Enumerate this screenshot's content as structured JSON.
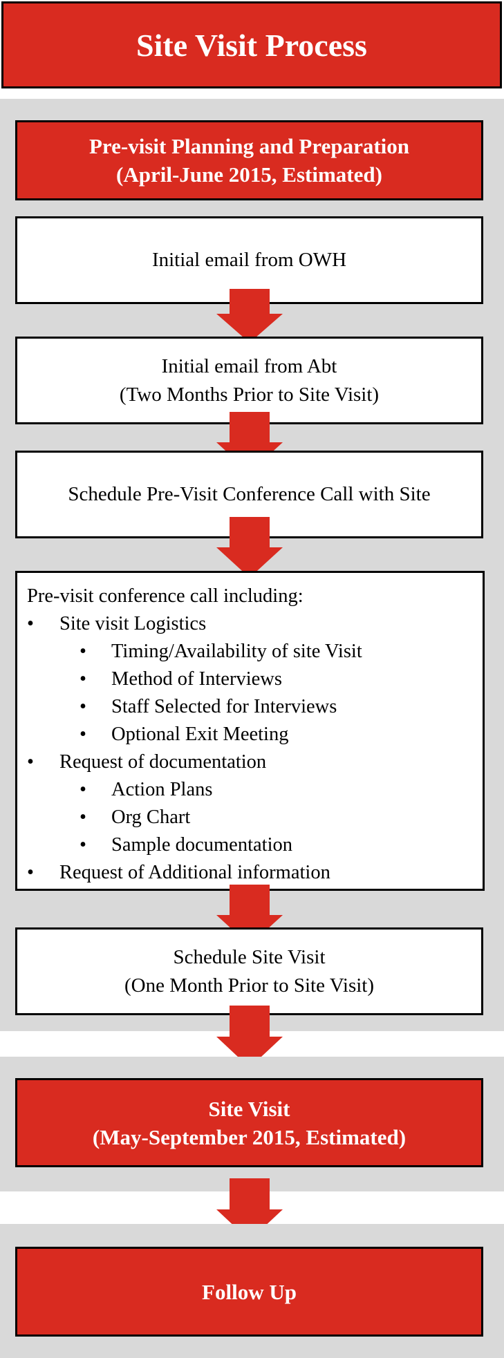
{
  "title": "Site Visit Process",
  "stage1": {
    "header_line1": "Pre-visit Planning and Preparation",
    "header_line2": "(April-June 2015, Estimated)",
    "step1": "Initial email from OWH",
    "step2_line1": "Initial email from Abt",
    "step2_line2": "(Two Months Prior to Site Visit)",
    "step3": "Schedule Pre-Visit Conference Call with Site",
    "call": {
      "heading": "Pre-visit conference call including:",
      "bullet": "•",
      "logistics": "Site visit Logistics",
      "logistics_items": [
        "Timing/Availability of site Visit",
        "Method of Interviews",
        "Staff Selected for Interviews",
        "Optional Exit Meeting"
      ],
      "documentation": "Request of documentation",
      "documentation_items": [
        "Action Plans",
        "Org Chart",
        "Sample documentation"
      ],
      "additional": "Request of Additional information"
    },
    "step5_line1": "Schedule Site Visit",
    "step5_line2": "(One Month Prior to Site Visit)"
  },
  "stage2": {
    "line1": "Site Visit",
    "line2": "(May-September 2015, Estimated)"
  },
  "stage3": {
    "label": "Follow Up"
  },
  "colors": {
    "accent_red": "#d92b20",
    "panel_gray": "#d9d9d9",
    "border": "#000000"
  },
  "icons": [
    "down-arrow-icon"
  ]
}
